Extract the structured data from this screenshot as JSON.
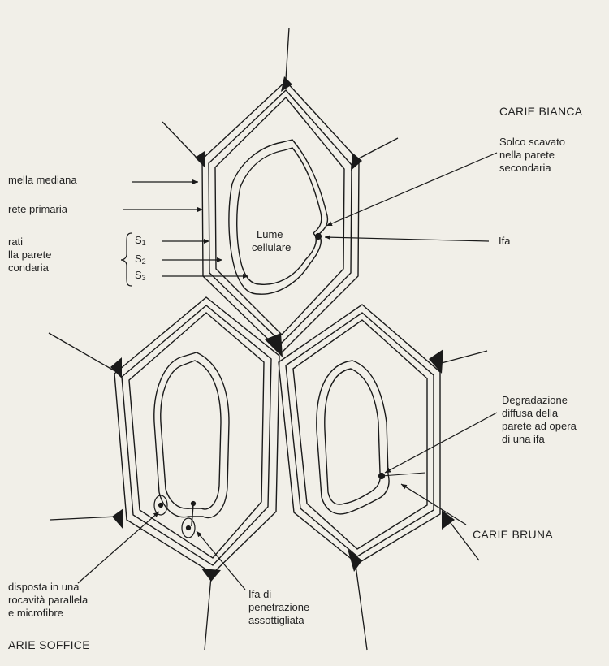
{
  "labels": {
    "carie_bianca": "CARIE BIANCA",
    "solco": [
      "Solco scavato",
      "nella parete",
      "secondaria"
    ],
    "lamella": "mella mediana",
    "primaria": "rete primaria",
    "strati": [
      "rati",
      "lla parete",
      "condaria"
    ],
    "s1": "S",
    "s1_sub": "1",
    "s2": "S",
    "s2_sub": "2",
    "s3": "S",
    "s3_sub": "3",
    "lume": [
      "Lume",
      "cellulare"
    ],
    "ifa": "Ifa",
    "degradazione": [
      "Degradazione",
      "diffusa della",
      "parete ad opera",
      "di una ifa"
    ],
    "carie_bruna": "CARIE BRUNA",
    "disposta": [
      "disposta in una",
      "rocavità parallela",
      "e microfibre"
    ],
    "ifa_penetrazione": [
      "Ifa di",
      "penetrazione",
      "assottigliata"
    ],
    "carie_soffice": "ARIE SOFFICE"
  },
  "colors": {
    "ink": "#1a1a1a",
    "paper": "#f1efe8"
  }
}
